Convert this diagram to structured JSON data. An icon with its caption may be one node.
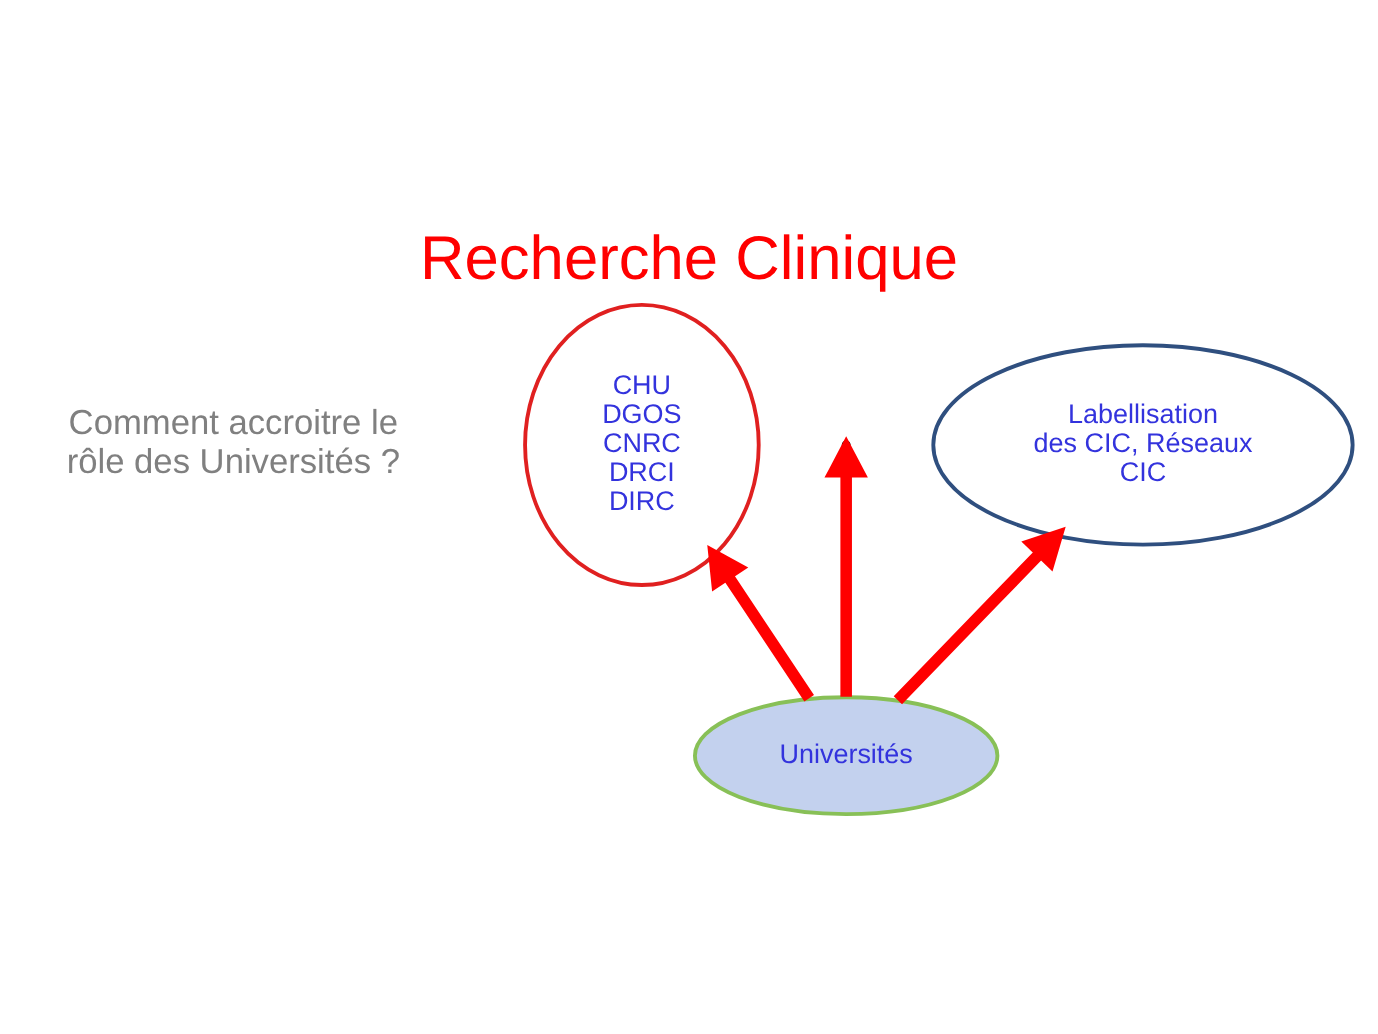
{
  "diagram": {
    "title": "Recherche Clinique",
    "nodes": [
      {
        "text": [
          "CHU",
          "DGOS",
          "CNRC",
          "DRCI",
          "DIRC"
        ]
      },
      {
        "text": [
          "Labellisation des CIC, Réseaux CIC"
        ]
      },
      {
        "text": [
          "Universités"
        ]
      }
    ],
    "edges": [
      {
        "from": 2,
        "to": 0,
        "arrow": "to"
      },
      {
        "from": 2,
        "to": null,
        "arrow": "to"
      },
      {
        "from": 2,
        "to": 1,
        "arrow": "to"
      }
    ],
    "labels": [
      "Comment accroitre le rôle des Universités ?"
    ]
  }
}
